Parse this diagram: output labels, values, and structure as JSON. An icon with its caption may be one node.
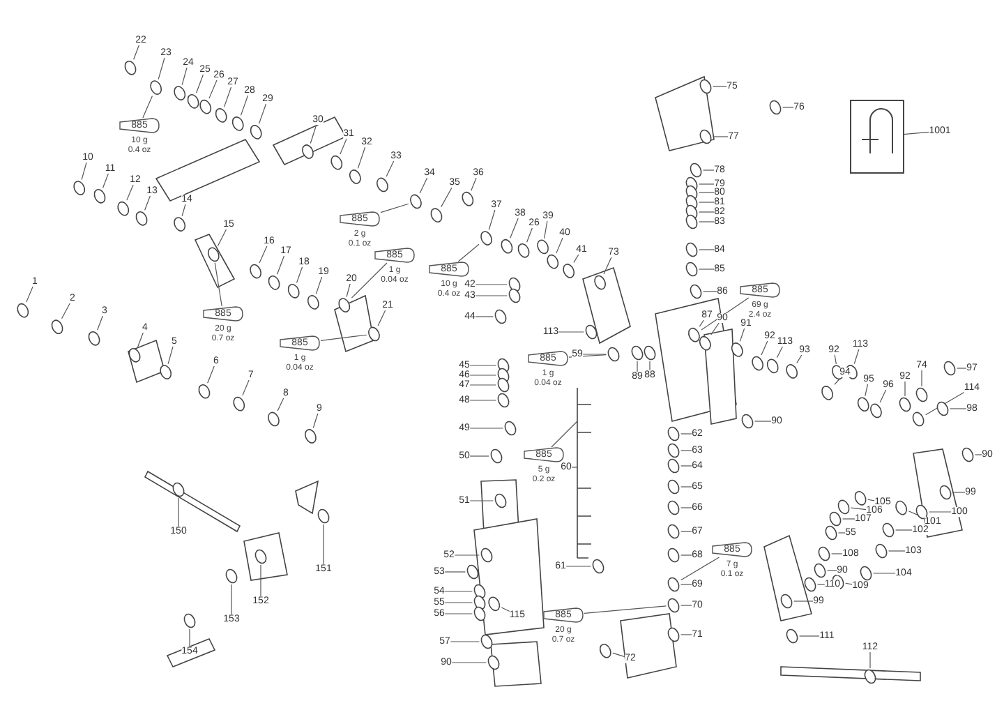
{
  "diagram": {
    "nodes": [
      {
        "text": [
          "22"
        ]
      },
      {
        "text": [
          "23"
        ]
      },
      {
        "text": [
          "24"
        ]
      },
      {
        "text": [
          "25"
        ]
      },
      {
        "text": [
          "26"
        ]
      },
      {
        "text": [
          "27"
        ]
      },
      {
        "text": [
          "28"
        ]
      },
      {
        "text": [
          "29"
        ]
      },
      {
        "text": [
          "30"
        ]
      },
      {
        "text": [
          "31"
        ]
      },
      {
        "text": [
          "32"
        ]
      },
      {
        "text": [
          "33"
        ]
      },
      {
        "text": [
          "34"
        ]
      },
      {
        "text": [
          "35"
        ]
      },
      {
        "text": [
          "36"
        ]
      },
      {
        "text": [
          "37"
        ]
      },
      {
        "text": [
          "38"
        ]
      },
      {
        "text": [
          "26"
        ]
      },
      {
        "text": [
          "39"
        ]
      },
      {
        "text": [
          "40"
        ]
      },
      {
        "text": [
          "41"
        ]
      },
      {
        "text": [
          "73"
        ]
      },
      {
        "text": [
          "10"
        ]
      },
      {
        "text": [
          "11"
        ]
      },
      {
        "text": [
          "12"
        ]
      },
      {
        "text": [
          "13"
        ]
      },
      {
        "text": [
          "14"
        ]
      },
      {
        "text": [
          "15"
        ]
      },
      {
        "text": [
          "16"
        ]
      },
      {
        "text": [
          "17"
        ]
      },
      {
        "text": [
          "18"
        ]
      },
      {
        "text": [
          "19"
        ]
      },
      {
        "text": [
          "20"
        ]
      },
      {
        "text": [
          "21"
        ]
      },
      {
        "text": [
          "1"
        ]
      },
      {
        "text": [
          "2"
        ]
      },
      {
        "text": [
          "3"
        ]
      },
      {
        "text": [
          "4"
        ]
      },
      {
        "text": [
          "5"
        ]
      },
      {
        "text": [
          "6"
        ]
      },
      {
        "text": [
          "7"
        ]
      },
      {
        "text": [
          "8"
        ]
      },
      {
        "text": [
          "9"
        ]
      },
      {
        "text": [
          "42"
        ]
      },
      {
        "text": [
          "43"
        ]
      },
      {
        "text": [
          "44"
        ]
      },
      {
        "text": [
          "113"
        ]
      },
      {
        "text": [
          "45"
        ]
      },
      {
        "text": [
          "46"
        ]
      },
      {
        "text": [
          "47"
        ]
      },
      {
        "text": [
          "48"
        ]
      },
      {
        "text": [
          "49"
        ]
      },
      {
        "text": [
          "50"
        ]
      },
      {
        "text": [
          "51"
        ]
      },
      {
        "text": [
          "52"
        ]
      },
      {
        "text": [
          "53"
        ]
      },
      {
        "text": [
          "54"
        ]
      },
      {
        "text": [
          "55"
        ]
      },
      {
        "text": [
          "56"
        ]
      },
      {
        "text": [
          "57"
        ]
      },
      {
        "text": [
          "90"
        ]
      },
      {
        "text": [
          "115"
        ]
      },
      {
        "text": [
          "60"
        ]
      },
      {
        "text": [
          "61"
        ]
      },
      {
        "text": [
          "72"
        ]
      },
      {
        "text": [
          "59"
        ]
      },
      {
        "text": [
          "89"
        ]
      },
      {
        "text": [
          "88"
        ]
      },
      {
        "text": [
          "75"
        ]
      },
      {
        "text": [
          "76"
        ]
      },
      {
        "text": [
          "77"
        ]
      },
      {
        "text": [
          "78"
        ]
      },
      {
        "text": [
          "79"
        ]
      },
      {
        "text": [
          "80"
        ]
      },
      {
        "text": [
          "81"
        ]
      },
      {
        "text": [
          "82"
        ]
      },
      {
        "text": [
          "83"
        ]
      },
      {
        "text": [
          "84"
        ]
      },
      {
        "text": [
          "85"
        ]
      },
      {
        "text": [
          "86"
        ]
      },
      {
        "text": [
          "1001"
        ]
      },
      {
        "text": [
          "62"
        ]
      },
      {
        "text": [
          "63"
        ]
      },
      {
        "text": [
          "64"
        ]
      },
      {
        "text": [
          "65"
        ]
      },
      {
        "text": [
          "66"
        ]
      },
      {
        "text": [
          "67"
        ]
      },
      {
        "text": [
          "68"
        ]
      },
      {
        "text": [
          "69"
        ]
      },
      {
        "text": [
          "70"
        ]
      },
      {
        "text": [
          "71"
        ]
      },
      {
        "text": [
          "87"
        ]
      },
      {
        "text": [
          "90"
        ]
      },
      {
        "text": [
          "91"
        ]
      },
      {
        "text": [
          "92"
        ]
      },
      {
        "text": [
          "113"
        ]
      },
      {
        "text": [
          "93"
        ]
      },
      {
        "text": [
          "92"
        ]
      },
      {
        "text": [
          "113"
        ]
      },
      {
        "text": [
          "94"
        ]
      },
      {
        "text": [
          "95"
        ]
      },
      {
        "text": [
          "96"
        ]
      },
      {
        "text": [
          "92"
        ]
      },
      {
        "text": [
          "74"
        ]
      },
      {
        "text": [
          "97"
        ]
      },
      {
        "text": [
          "114"
        ]
      },
      {
        "text": [
          "98"
        ]
      },
      {
        "text": [
          "90"
        ]
      },
      {
        "text": [
          "90"
        ]
      },
      {
        "text": [
          "99"
        ]
      },
      {
        "text": [
          "105"
        ]
      },
      {
        "text": [
          "106"
        ]
      },
      {
        "text": [
          "107"
        ]
      },
      {
        "text": [
          "100"
        ]
      },
      {
        "text": [
          "101"
        ]
      },
      {
        "text": [
          "102"
        ]
      },
      {
        "text": [
          "55"
        ]
      },
      {
        "text": [
          "103"
        ]
      },
      {
        "text": [
          "108"
        ]
      },
      {
        "text": [
          "104"
        ]
      },
      {
        "text": [
          "90"
        ]
      },
      {
        "text": [
          "110"
        ]
      },
      {
        "text": [
          "109"
        ]
      },
      {
        "text": [
          "99"
        ]
      },
      {
        "text": [
          "111"
        ]
      },
      {
        "text": [
          "112"
        ]
      },
      {
        "text": [
          "150"
        ]
      },
      {
        "text": [
          "151"
        ]
      },
      {
        "text": [
          "152"
        ]
      },
      {
        "text": [
          "153"
        ]
      },
      {
        "text": [
          "154"
        ]
      },
      {
        "text": [
          "885"
        ],
        "beside": [
          "10 g",
          "0.4 oz"
        ]
      },
      {
        "text": [
          "885"
        ],
        "beside": [
          "20 g",
          "0.7 oz"
        ]
      },
      {
        "text": [
          "885"
        ],
        "beside": [
          "2 g",
          "0.1 oz"
        ]
      },
      {
        "text": [
          "885"
        ],
        "beside": [
          "1 g",
          "0.04 oz"
        ]
      },
      {
        "text": [
          "885"
        ],
        "beside": [
          "10 g",
          "0.4 oz"
        ]
      },
      {
        "text": [
          "885"
        ],
        "beside": [
          "1 g",
          "0.04 oz"
        ]
      },
      {
        "text": [
          "885"
        ],
        "beside": [
          "1 g",
          "0.04 oz"
        ]
      },
      {
        "text": [
          "885"
        ],
        "beside": [
          "69 g",
          "2.4 oz"
        ]
      },
      {
        "text": [
          "885"
        ],
        "beside": [
          "5 g",
          "0.2 oz"
        ]
      },
      {
        "text": [
          "885"
        ],
        "beside": [
          "7 g",
          "0.1 oz"
        ]
      },
      {
        "text": [
          "885"
        ],
        "beside": [
          "20 g",
          "0.7 oz"
        ]
      },
      {
        "text": [],
        "shape": "circle"
      },
      {
        "text": [],
        "shape": "circle"
      },
      {
        "text": [],
        "shape": "circle"
      },
      {
        "text": [],
        "shape": "circle"
      },
      {
        "text": [],
        "shape": "circle"
      },
      {
        "text": [],
        "shape": "circle"
      },
      {
        "text": [],
        "shape": "circle"
      },
      {
        "text": [],
        "shape": "circle"
      },
      {
        "text": [],
        "shape": "circle"
      },
      {
        "text": [],
        "shape": "circle"
      },
      {
        "text": [],
        "shape": "circle"
      },
      {
        "text": [],
        "shape": "circle"
      },
      {
        "text": [],
        "shape": "circle"
      },
      {
        "text": [],
        "shape": "circle"
      },
      {
        "text": [],
        "shape": "circle"
      },
      {
        "text": [],
        "shape": "circle"
      },
      {
        "text": [],
        "shape": "circle"
      },
      {
        "text": [],
        "shape": "circle"
      },
      {
        "text": [],
        "shape": "circle"
      },
      {
        "text": [],
        "shape": "circle"
      },
      {
        "text": [],
        "shape": "circle"
      },
      {
        "text": [],
        "shape": "circle"
      },
      {
        "text": [],
        "shape": "circle"
      },
      {
        "text": [],
        "shape": "circle"
      },
      {
        "text": [],
        "shape": "circle"
      },
      {
        "text": [],
        "shape": "circle"
      },
      {
        "text": [],
        "shape": "circle"
      },
      {
        "text": [],
        "shape": "circle"
      },
      {
        "text": [],
        "shape": "circle"
      },
      {
        "text": [],
        "shape": "circle"
      },
      {
        "text": [],
        "shape": "circle"
      },
      {
        "text": [],
        "shape": "circle"
      },
      {
        "text": [],
        "shape": "circle"
      },
      {
        "text": [],
        "shape": "circle"
      },
      {
        "text": [],
        "shape": "circle"
      },
      {
        "text": [],
        "shape": "circle"
      },
      {
        "text": [],
        "shape": "circle"
      },
      {
        "text": [],
        "shape": "circle"
      },
      {
        "text": [],
        "shape": "circle"
      },
      {
        "text": [],
        "shape": "circle"
      },
      {
        "text": [],
        "shape": "circle"
      },
      {
        "text": [],
        "shape": "circle"
      },
      {
        "text": [],
        "shape": "circle"
      },
      {
        "text": [],
        "shape": "circle"
      },
      {
        "text": [],
        "shape": "circle"
      },
      {
        "text": [],
        "shape": "circle"
      },
      {
        "text": [],
        "shape": "circle"
      },
      {
        "text": [],
        "shape": "circle"
      },
      {
        "text": [],
        "shape": "circle"
      },
      {
        "text": [],
        "shape": "circle"
      },
      {
        "text": [],
        "shape": "circle"
      },
      {
        "text": [],
        "shape": "circle"
      },
      {
        "text": [],
        "shape": "circle"
      },
      {
        "text": [],
        "shape": "circle"
      },
      {
        "text": [],
        "shape": "circle"
      },
      {
        "text": [],
        "shape": "circle"
      },
      {
        "text": [],
        "shape": "circle"
      },
      {
        "text": [],
        "shape": "circle"
      },
      {
        "text": [],
        "shape": "circle"
      },
      {
        "text": [],
        "shape": "circle"
      },
      {
        "text": [],
        "shape": "circle"
      },
      {
        "text": [],
        "shape": "circle"
      },
      {
        "text": [],
        "shape": "circle"
      },
      {
        "text": [],
        "shape": "circle"
      },
      {
        "text": [],
        "shape": "circle"
      },
      {
        "text": [],
        "shape": "circle"
      },
      {
        "text": [],
        "shape": "circle"
      },
      {
        "text": [],
        "shape": "circle"
      },
      {
        "text": [],
        "shape": "circle"
      },
      {
        "text": [],
        "shape": "circle"
      },
      {
        "text": [],
        "shape": "circle"
      },
      {
        "text": [],
        "shape": "circle"
      },
      {
        "text": [],
        "shape": "circle"
      },
      {
        "text": [],
        "shape": "circle"
      },
      {
        "text": [],
        "shape": "circle"
      },
      {
        "text": [],
        "shape": "circle"
      },
      {
        "text": [],
        "shape": "circle"
      },
      {
        "text": [],
        "shape": "circle"
      },
      {
        "text": [],
        "shape": "circle"
      },
      {
        "text": [],
        "shape": "picture"
      },
      {
        "text": [],
        "shape": "circle"
      },
      {
        "text": [],
        "shape": "circle"
      },
      {
        "text": [],
        "shape": "circle"
      },
      {
        "text": [],
        "shape": "circle"
      },
      {
        "text": [],
        "shape": "circle"
      },
      {
        "text": [],
        "shape": "circle"
      },
      {
        "text": [],
        "shape": "circle"
      },
      {
        "text": [],
        "shape": "circle"
      },
      {
        "text": [],
        "shape": "circle"
      },
      {
        "text": [],
        "shape": "circle"
      },
      {
        "text": [],
        "shape": "circle"
      },
      {
        "text": [],
        "shape": "circle"
      },
      {
        "text": [],
        "shape": "circle"
      },
      {
        "text": [],
        "shape": "circle"
      },
      {
        "text": [],
        "shape": "circle"
      },
      {
        "text": [],
        "shape": "circle"
      },
      {
        "text": [],
        "shape": "circle"
      },
      {
        "text": [],
        "shape": "circle"
      },
      {
        "text": [],
        "shape": "circle"
      },
      {
        "text": [],
        "shape": "circle"
      },
      {
        "text": [],
        "shape": "circle"
      },
      {
        "text": [],
        "shape": "circle"
      },
      {
        "text": [],
        "shape": "circle"
      },
      {
        "text": [],
        "shape": "circle"
      },
      {
        "text": [],
        "shape": "circle"
      },
      {
        "text": [],
        "shape": "circle"
      },
      {
        "text": [],
        "shape": "circle"
      },
      {
        "text": [],
        "shape": "circle"
      },
      {
        "text": [],
        "shape": "circle"
      },
      {
        "text": [],
        "shape": "circle"
      },
      {
        "text": [],
        "shape": "circle"
      },
      {
        "text": [],
        "shape": "circle"
      },
      {
        "text": [],
        "shape": "circle"
      },
      {
        "text": [],
        "shape": "circle"
      },
      {
        "text": [],
        "shape": "circle"
      },
      {
        "text": [],
        "shape": "circle"
      },
      {
        "text": [],
        "shape": "circle"
      },
      {
        "text": [],
        "shape": "circle"
      },
      {
        "text": [],
        "shape": "circle"
      },
      {
        "text": [],
        "shape": "circle"
      },
      {
        "text": [],
        "shape": "circle"
      },
      {
        "text": [],
        "shape": "circle"
      },
      {
        "text": [],
        "shape": "circle"
      },
      {
        "text": [],
        "shape": "circle"
      },
      {
        "text": [],
        "shape": "circle"
      },
      {
        "text": [],
        "shape": "circle"
      },
      {
        "text": [],
        "shape": "circle"
      },
      {
        "text": [],
        "shape": "circle"
      },
      {
        "text": [],
        "shape": "circle"
      },
      {
        "text": [],
        "shape": "circle"
      }
    ],
    "edges": [
      {
        "from": 0,
        "to": 142,
        "arrow": "none"
      },
      {
        "from": 1,
        "to": 143,
        "arrow": "none"
      },
      {
        "from": 2,
        "to": 144,
        "arrow": "none"
      },
      {
        "from": 3,
        "to": 145,
        "arrow": "none"
      },
      {
        "from": 4,
        "to": 146,
        "arrow": "none"
      },
      {
        "from": 5,
        "to": 147,
        "arrow": "none"
      },
      {
        "from": 6,
        "to": 148,
        "arrow": "none"
      },
      {
        "from": 7,
        "to": 149,
        "arrow": "none"
      },
      {
        "from": 8,
        "to": 150,
        "arrow": "none"
      },
      {
        "from": 9,
        "to": 151,
        "arrow": "none"
      },
      {
        "from": 10,
        "to": 152,
        "arrow": "none"
      },
      {
        "from": 11,
        "to": 153,
        "arrow": "none"
      },
      {
        "from": 12,
        "to": 154,
        "arrow": "none"
      },
      {
        "from": 13,
        "to": 155,
        "arrow": "none"
      },
      {
        "from": 14,
        "to": 156,
        "arrow": "none"
      },
      {
        "from": 15,
        "to": 157,
        "arrow": "none"
      },
      {
        "from": 16,
        "to": 158,
        "arrow": "none"
      },
      {
        "from": 17,
        "to": 159,
        "arrow": "none"
      },
      {
        "from": 18,
        "to": 160,
        "arrow": "none"
      },
      {
        "from": 19,
        "to": 161,
        "arrow": "none"
      },
      {
        "from": 20,
        "to": 162,
        "arrow": "none"
      },
      {
        "from": 21,
        "to": 163,
        "arrow": "none"
      },
      {
        "from": 22,
        "to": 164,
        "arrow": "none"
      },
      {
        "from": 23,
        "to": 165,
        "arrow": "none"
      },
      {
        "from": 24,
        "to": 166,
        "arrow": "none"
      },
      {
        "from": 25,
        "to": 167,
        "arrow": "none"
      },
      {
        "from": 26,
        "to": 168,
        "arrow": "none"
      },
      {
        "from": 27,
        "to": 169,
        "arrow": "none"
      },
      {
        "from": 28,
        "to": 170,
        "arrow": "none"
      },
      {
        "from": 29,
        "to": 171,
        "arrow": "none"
      },
      {
        "from": 30,
        "to": 172,
        "arrow": "none"
      },
      {
        "from": 31,
        "to": 173,
        "arrow": "none"
      },
      {
        "from": 32,
        "to": 174,
        "arrow": "none"
      },
      {
        "from": 33,
        "to": 175,
        "arrow": "none"
      },
      {
        "from": 34,
        "to": 176,
        "arrow": "none"
      },
      {
        "from": 35,
        "to": 177,
        "arrow": "none"
      },
      {
        "from": 36,
        "to": 178,
        "arrow": "none"
      },
      {
        "from": 37,
        "to": 179,
        "arrow": "none"
      },
      {
        "from": 38,
        "to": 180,
        "arrow": "none"
      },
      {
        "from": 39,
        "to": 181,
        "arrow": "none"
      },
      {
        "from": 40,
        "to": 182,
        "arrow": "none"
      },
      {
        "from": 41,
        "to": 183,
        "arrow": "none"
      },
      {
        "from": 42,
        "to": 184,
        "arrow": "none"
      },
      {
        "from": 43,
        "to": 185,
        "arrow": "none"
      },
      {
        "from": 44,
        "to": 186,
        "arrow": "none"
      },
      {
        "from": 45,
        "to": 187,
        "arrow": "none"
      },
      {
        "from": 46,
        "to": 188,
        "arrow": "none"
      },
      {
        "from": 47,
        "to": 189,
        "arrow": "none"
      },
      {
        "from": 48,
        "to": 190,
        "arrow": "none"
      },
      {
        "from": 49,
        "to": 191,
        "arrow": "none"
      },
      {
        "from": 50,
        "to": 192,
        "arrow": "none"
      },
      {
        "from": 51,
        "to": 193,
        "arrow": "none"
      },
      {
        "from": 52,
        "to": 194,
        "arrow": "none"
      },
      {
        "from": 53,
        "to": 195,
        "arrow": "none"
      },
      {
        "from": 54,
        "to": 196,
        "arrow": "none"
      },
      {
        "from": 55,
        "to": 197,
        "arrow": "none"
      },
      {
        "from": 56,
        "to": 198,
        "arrow": "none"
      },
      {
        "from": 57,
        "to": 199,
        "arrow": "none"
      },
      {
        "from": 58,
        "to": 200,
        "arrow": "none"
      },
      {
        "from": 59,
        "to": 201,
        "arrow": "none"
      },
      {
        "from": 60,
        "to": 202,
        "arrow": "none"
      },
      {
        "from": 61,
        "to": 203,
        "arrow": "none"
      },
      {
        "from": 62,
        "to": null,
        "arrow": "none"
      },
      {
        "from": 63,
        "to": 204,
        "arrow": "none"
      },
      {
        "from": 64,
        "to": 205,
        "arrow": "none"
      },
      {
        "from": 65,
        "to": 206,
        "arrow": "none"
      },
      {
        "from": 66,
        "to": 207,
        "arrow": "none"
      },
      {
        "from": 67,
        "to": 208,
        "arrow": "none"
      },
      {
        "from": 68,
        "to": 209,
        "arrow": "none"
      },
      {
        "from": 69,
        "to": 210,
        "arrow": "none"
      },
      {
        "from": 70,
        "to": 211,
        "arrow": "none"
      },
      {
        "from": 71,
        "to": 212,
        "arrow": "none"
      },
      {
        "from": 72,
        "to": 213,
        "arrow": "none"
      },
      {
        "from": 73,
        "to": 214,
        "arrow": "none"
      },
      {
        "from": 74,
        "to": 215,
        "arrow": "none"
      },
      {
        "from": 75,
        "to": 216,
        "arrow": "none"
      },
      {
        "from": 76,
        "to": 217,
        "arrow": "none"
      },
      {
        "from": 77,
        "to": 218,
        "arrow": "none"
      },
      {
        "from": 78,
        "to": 219,
        "arrow": "none"
      },
      {
        "from": 79,
        "to": 220,
        "arrow": "none"
      },
      {
        "from": 80,
        "to": 221,
        "arrow": "none"
      },
      {
        "from": 81,
        "to": 222,
        "arrow": "none"
      },
      {
        "from": 82,
        "to": 223,
        "arrow": "none"
      },
      {
        "from": 83,
        "to": 224,
        "arrow": "none"
      },
      {
        "from": 84,
        "to": 225,
        "arrow": "none"
      },
      {
        "from": 85,
        "to": 226,
        "arrow": "none"
      },
      {
        "from": 86,
        "to": 227,
        "arrow": "none"
      },
      {
        "from": 87,
        "to": 228,
        "arrow": "none"
      },
      {
        "from": 88,
        "to": 229,
        "arrow": "none"
      },
      {
        "from": 89,
        "to": 230,
        "arrow": "none"
      },
      {
        "from": 90,
        "to": 231,
        "arrow": "none"
      },
      {
        "from": 91,
        "to": 232,
        "arrow": "none"
      },
      {
        "from": 92,
        "to": 233,
        "arrow": "none"
      },
      {
        "from": 93,
        "to": 234,
        "arrow": "none"
      },
      {
        "from": 94,
        "to": 235,
        "arrow": "none"
      },
      {
        "from": 95,
        "to": 236,
        "arrow": "none"
      },
      {
        "from": 96,
        "to": 237,
        "arrow": "none"
      },
      {
        "from": 97,
        "to": 238,
        "arrow": "none"
      },
      {
        "from": 98,
        "to": 239,
        "arrow": "none"
      },
      {
        "from": 99,
        "to": 240,
        "arrow": "none"
      },
      {
        "from": 100,
        "to": 241,
        "arrow": "none"
      },
      {
        "from": 101,
        "to": 242,
        "arrow": "none"
      },
      {
        "from": 102,
        "to": 243,
        "arrow": "none"
      },
      {
        "from": 103,
        "to": 244,
        "arrow": "none"
      },
      {
        "from": 104,
        "to": 245,
        "arrow": "none"
      },
      {
        "from": 105,
        "to": 246,
        "arrow": "none"
      },
      {
        "from": 106,
        "to": 247,
        "arrow": "none"
      },
      {
        "from": 107,
        "to": 248,
        "arrow": "none"
      },
      {
        "from": 108,
        "to": 249,
        "arrow": "none"
      },
      {
        "from": 109,
        "to": 250,
        "arrow": "none"
      },
      {
        "from": 110,
        "to": 251,
        "arrow": "none"
      },
      {
        "from": 111,
        "to": 252,
        "arrow": "none"
      },
      {
        "from": 112,
        "to": 253,
        "arrow": "none"
      },
      {
        "from": 113,
        "to": 254,
        "arrow": "none"
      },
      {
        "from": 114,
        "to": 255,
        "arrow": "none"
      },
      {
        "from": 115,
        "to": 256,
        "arrow": "none"
      },
      {
        "from": 116,
        "to": 257,
        "arrow": "none"
      },
      {
        "from": 117,
        "to": 258,
        "arrow": "none"
      },
      {
        "from": 118,
        "to": 259,
        "arrow": "none"
      },
      {
        "from": 119,
        "to": 260,
        "arrow": "none"
      },
      {
        "from": 120,
        "to": 261,
        "arrow": "none"
      },
      {
        "from": 121,
        "to": 262,
        "arrow": "none"
      },
      {
        "from": 122,
        "to": 263,
        "arrow": "none"
      },
      {
        "from": 123,
        "to": 264,
        "arrow": "none"
      },
      {
        "from": 124,
        "to": 265,
        "arrow": "none"
      },
      {
        "from": 125,
        "to": 266,
        "arrow": "none"
      },
      {
        "from": 126,
        "to": 267,
        "arrow": "none"
      },
      {
        "from": 127,
        "to": 268,
        "arrow": "none"
      },
      {
        "from": 128,
        "to": 269,
        "arrow": "none"
      },
      {
        "from": 129,
        "to": 270,
        "arrow": "none"
      },
      {
        "from": 130,
        "to": 271,
        "arrow": "none"
      },
      {
        "from": 131,
        "to": 143,
        "arrow": "none"
      },
      {
        "from": 132,
        "to": 169,
        "arrow": "none"
      },
      {
        "from": 133,
        "to": 154,
        "arrow": "none"
      },
      {
        "from": 134,
        "to": 174,
        "arrow": "none"
      },
      {
        "from": 135,
        "to": 157,
        "arrow": "none"
      },
      {
        "from": 136,
        "to": 175,
        "arrow": "none"
      },
      {
        "from": 137,
        "to": 206,
        "arrow": "none"
      },
      {
        "from": 138,
        "to": 232,
        "arrow": "none"
      },
      {
        "from": 139,
        "to": null,
        "arrow": "none"
      },
      {
        "from": 140,
        "to": 229,
        "arrow": "none"
      },
      {
        "from": 141,
        "to": 230,
        "arrow": "none"
      }
    ]
  }
}
